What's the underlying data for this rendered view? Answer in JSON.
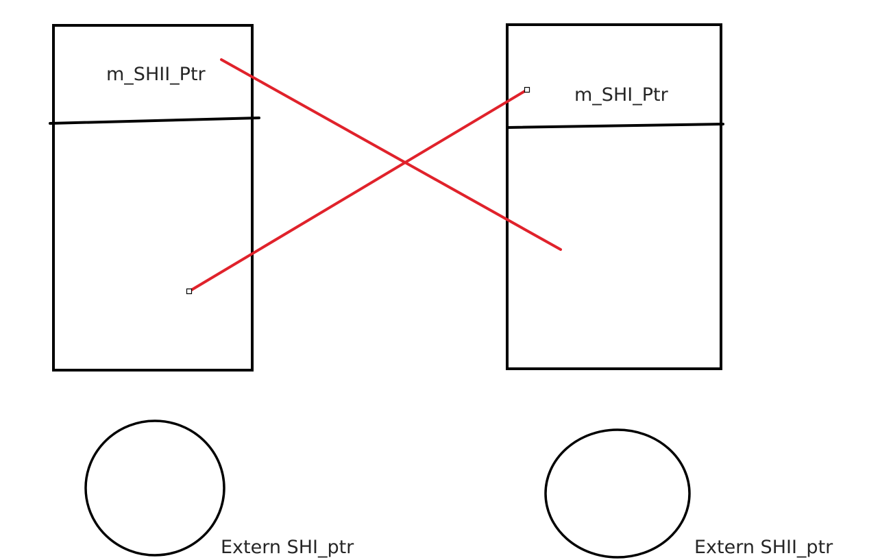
{
  "colors": {
    "stroke": "#000000",
    "connector": "#e0222b",
    "text": "#262626",
    "background": "#ffffff"
  },
  "left_box": {
    "label": "m_SHII_Ptr"
  },
  "right_box": {
    "label": "m_SHI_Ptr"
  },
  "left_circle": {
    "label": "Extern SHI_ptr"
  },
  "right_circle": {
    "label": "Extern SHII_ptr"
  }
}
